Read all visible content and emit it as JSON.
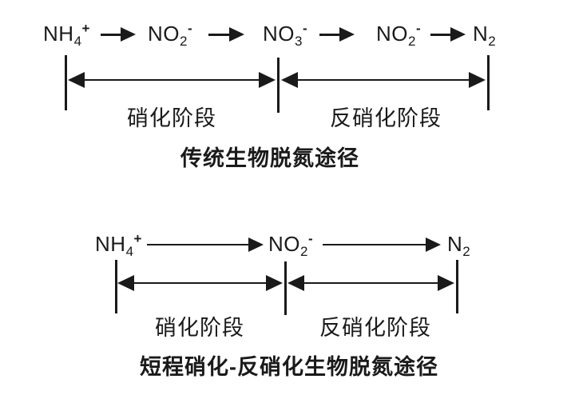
{
  "figure": {
    "background_color": "#ffffff",
    "ink_color": "#1a1a1a"
  },
  "diagrams": [
    {
      "title": "传统生物脱氮途径",
      "species": [
        {
          "base": "NH",
          "sub": "4",
          "sup": "+"
        },
        {
          "base": "NO",
          "sub": "2",
          "sup": "-"
        },
        {
          "base": "NO",
          "sub": "3",
          "sup": "-"
        },
        {
          "base": "NO",
          "sub": "2",
          "sup": "-"
        },
        {
          "base": "N",
          "sub": "2",
          "sup": ""
        }
      ],
      "stages": [
        {
          "label": "硝化阶段"
        },
        {
          "label": "反硝化阶段"
        }
      ]
    },
    {
      "title": "短程硝化-反硝化生物脱氮途径",
      "species": [
        {
          "base": "NH",
          "sub": "4",
          "sup": "+"
        },
        {
          "base": "NO",
          "sub": "2",
          "sup": "-"
        },
        {
          "base": "N",
          "sub": "2",
          "sup": ""
        }
      ],
      "stages": [
        {
          "label": "硝化阶段"
        },
        {
          "label": "反硝化阶段"
        }
      ]
    }
  ]
}
